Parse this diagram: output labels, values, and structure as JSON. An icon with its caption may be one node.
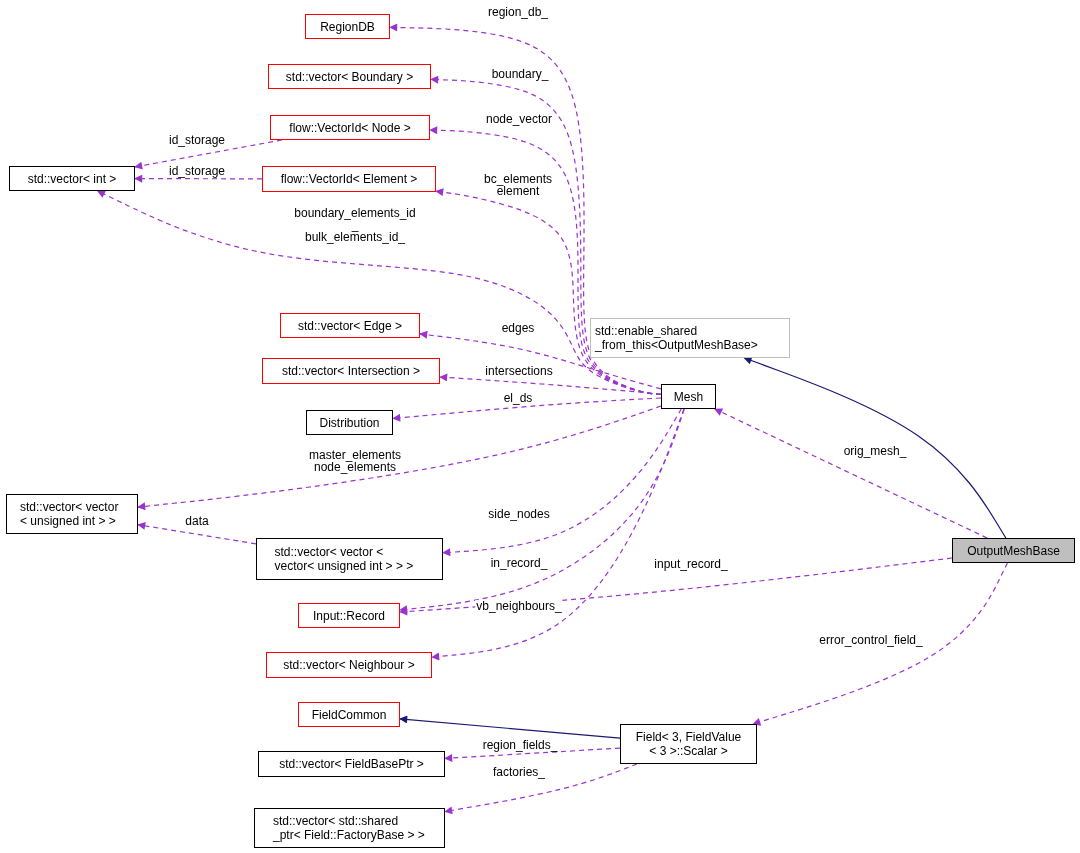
{
  "diagram": {
    "nodes": [
      {
        "text": [
          "RegionDB"
        ]
      },
      {
        "text": [
          "std::vector< Boundary >"
        ]
      },
      {
        "text": [
          "flow::VectorId< Node >"
        ]
      },
      {
        "text": [
          "std::vector< int >"
        ]
      },
      {
        "text": [
          "flow::VectorId< Element >"
        ]
      },
      {
        "text": [
          "std::vector< Edge >"
        ]
      },
      {
        "text": [
          "std::vector< Intersection >"
        ]
      },
      {
        "text": [
          "std::enable_shared _from_this<OutputMeshBase>"
        ]
      },
      {
        "text": [
          "Mesh"
        ]
      },
      {
        "text": [
          "Distribution"
        ]
      },
      {
        "text": [
          "std::vector< vector < unsigned int > >"
        ]
      },
      {
        "text": [
          "std::vector< vector < vector< unsigned int > > >"
        ]
      },
      {
        "text": [
          "OutputMeshBase"
        ]
      },
      {
        "text": [
          "Input::Record"
        ]
      },
      {
        "text": [
          "std::vector< Neighbour >"
        ]
      },
      {
        "text": [
          "FieldCommon"
        ]
      },
      {
        "text": [
          "Field< 3, FieldValue < 3 >::Scalar >"
        ]
      },
      {
        "text": [
          "std::vector< FieldBasePtr >"
        ]
      },
      {
        "text": [
          "std::vector< std::shared _ptr< Field::FactoryBase > >"
        ]
      }
    ],
    "edges": [
      {
        "from": 8,
        "to": 0,
        "arrow": "to",
        "label": "region_db_",
        "style": "dashed"
      },
      {
        "from": 8,
        "to": 1,
        "arrow": "to",
        "label": "boundary_",
        "style": "dashed"
      },
      {
        "from": 8,
        "to": 2,
        "arrow": "to",
        "label": "node_vector",
        "style": "dashed"
      },
      {
        "from": 8,
        "to": 4,
        "arrow": "to",
        "label": "bc_elements element",
        "style": "dashed"
      },
      {
        "from": 8,
        "to": 3,
        "arrow": "to",
        "label": "boundary_elements_id _ bulk_elements_id_",
        "style": "dashed"
      },
      {
        "from": 8,
        "to": 5,
        "arrow": "to",
        "label": "edges",
        "style": "dashed"
      },
      {
        "from": 8,
        "to": 6,
        "arrow": "to",
        "label": "intersections",
        "style": "dashed"
      },
      {
        "from": 8,
        "to": 9,
        "arrow": "to",
        "label": "el_ds",
        "style": "dashed"
      },
      {
        "from": 8,
        "to": 10,
        "arrow": "to",
        "label": "master_elements node_elements",
        "style": "dashed"
      },
      {
        "from": 8,
        "to": 11,
        "arrow": "to",
        "label": "side_nodes",
        "style": "dashed"
      },
      {
        "from": 8,
        "to": 13,
        "arrow": "to",
        "label": "in_record_",
        "style": "dashed"
      },
      {
        "from": 8,
        "to": 14,
        "arrow": "to",
        "label": "vb_neighbours_",
        "style": "dashed"
      },
      {
        "from": 2,
        "to": 3,
        "arrow": "to",
        "label": "id_storage",
        "style": "dashed"
      },
      {
        "from": 4,
        "to": 3,
        "arrow": "to",
        "label": "id_storage",
        "style": "dashed"
      },
      {
        "from": 11,
        "to": 10,
        "arrow": "to",
        "label": "data",
        "style": "dashed"
      },
      {
        "from": 12,
        "to": 7,
        "arrow": "to",
        "color": "#191970"
      },
      {
        "from": 12,
        "to": 8,
        "arrow": "to",
        "label": "orig_mesh_",
        "style": "dashed"
      },
      {
        "from": 12,
        "to": 13,
        "arrow": "to",
        "label": "input_record_",
        "style": "dashed"
      },
      {
        "from": 12,
        "to": 16,
        "arrow": "to",
        "label": "error_control_field_",
        "style": "dashed"
      },
      {
        "from": 16,
        "to": 15,
        "arrow": "to",
        "color": "#191970"
      },
      {
        "from": 16,
        "to": 17,
        "arrow": "to",
        "label": "region_fields_",
        "style": "dashed"
      },
      {
        "from": 16,
        "to": 18,
        "arrow": "to",
        "label": "factories_",
        "style": "dashed"
      }
    ]
  }
}
